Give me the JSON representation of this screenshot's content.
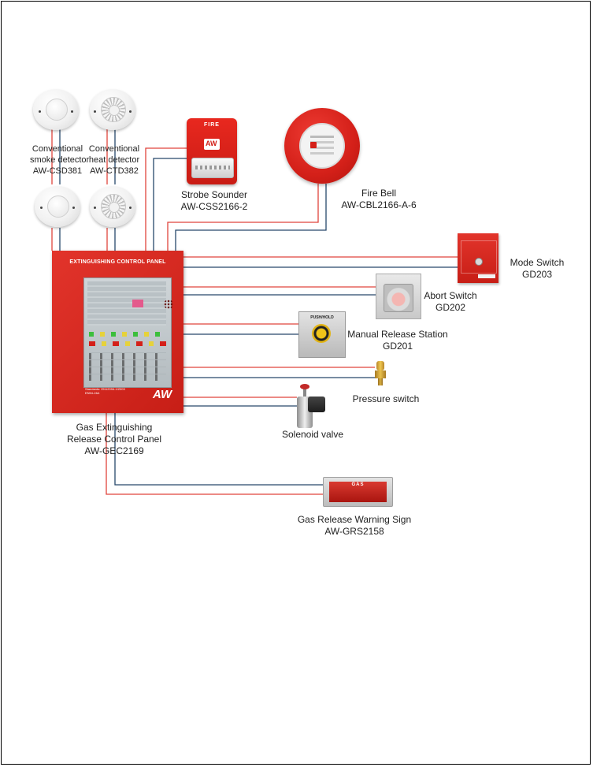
{
  "devices": {
    "smoke_detector": {
      "line1": "Conventional",
      "line2": "smoke detector",
      "model": "AW-CSD381"
    },
    "heat_detector": {
      "line1": "Conventional",
      "line2": "heat detector",
      "model": "AW-CTD382"
    },
    "strobe_sounder": {
      "name": "Strobe Sounder",
      "model": "AW-CSS2166-2",
      "device_text": "FIRE"
    },
    "fire_bell": {
      "name": "Fire Bell",
      "model": "AW-CBL2166-A-6"
    },
    "mode_switch": {
      "name": "Mode Switch",
      "model": "GD203"
    },
    "abort_switch": {
      "name": "Abort Switch",
      "model": "GD202"
    },
    "manual_release": {
      "name": "Manual Release Station",
      "model": "GD201",
      "device_text": "PUSH/HOLD"
    },
    "pressure_switch": {
      "name": "Pressure switch"
    },
    "solenoid_valve": {
      "name": "Solenoid valve"
    },
    "control_panel": {
      "line1": "Gas Extinguishing",
      "line2": "Release Control Panel",
      "model": "AW-GEC2169",
      "device_title": "EXTINGUISHING CONTROL PANEL",
      "standards": "Standards: EN12094-1/2003",
      "standards2": "EN54-2&4"
    },
    "gas_sign": {
      "name": "Gas Release Warning Sign",
      "model": "AW-GRS2158",
      "device_text": "GAS"
    }
  },
  "colors": {
    "wire_red": "#e0443c",
    "wire_blue": "#27486b",
    "device_red": "#d42019"
  },
  "icons": [
    "smoke-detector-icon",
    "heat-detector-icon",
    "strobe-sounder-icon",
    "fire-bell-icon",
    "mode-switch-icon",
    "abort-switch-icon",
    "manual-release-icon",
    "pressure-switch-icon",
    "solenoid-valve-icon",
    "gas-sign-icon"
  ]
}
